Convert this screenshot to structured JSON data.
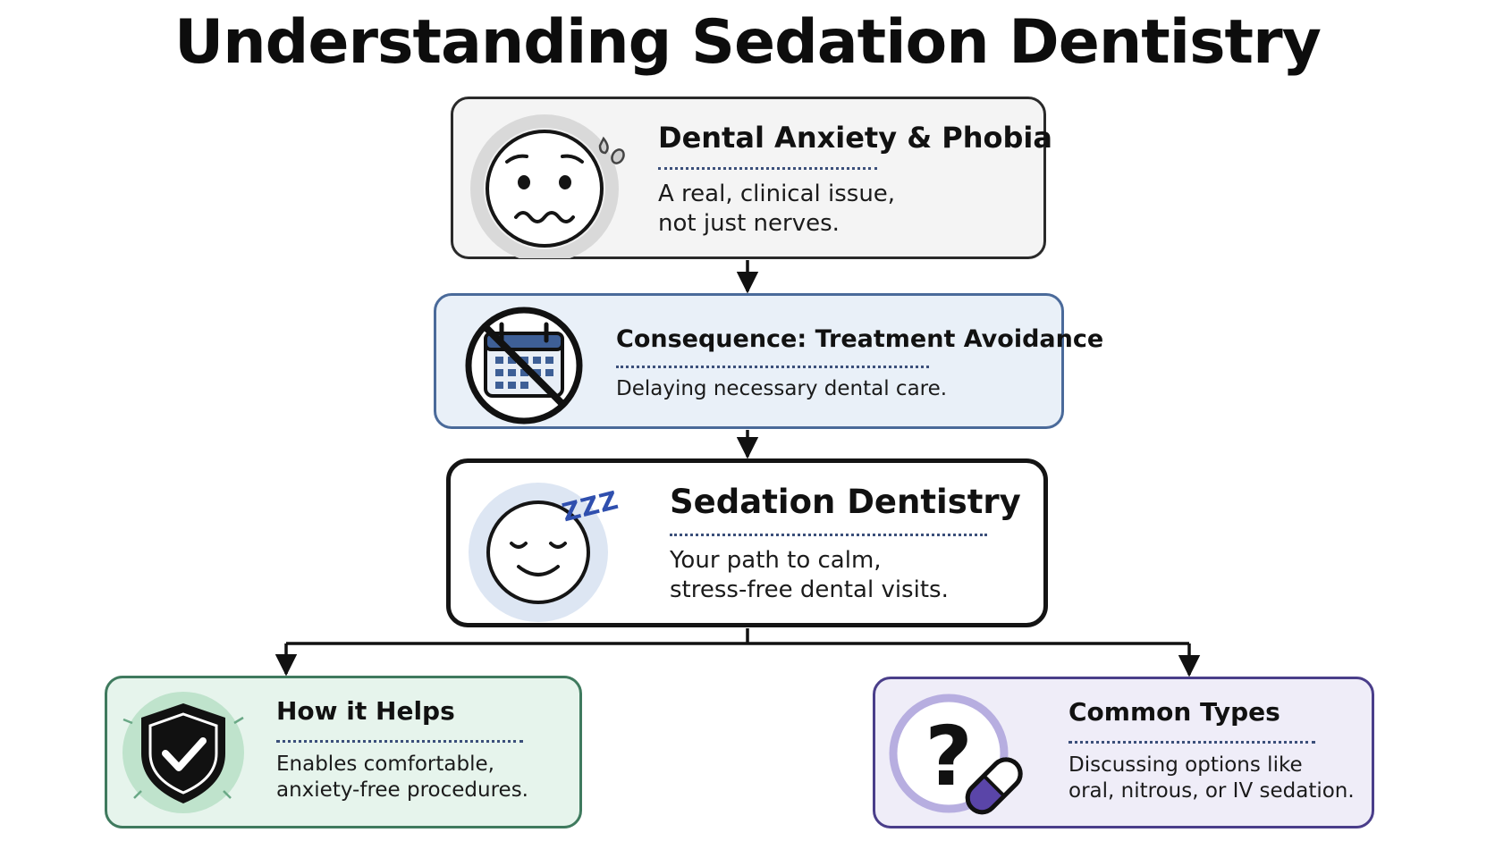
{
  "title": "Understanding Sedation Dentistry",
  "colors": {
    "line": "#111111",
    "anxiety_bg": "#f4f4f4",
    "avoid_bg": "#e9f0f8",
    "avoid_border": "#4a6a9a",
    "helps_bg": "#e6f4ec",
    "helps_accent": "#3f7a5e",
    "types_bg": "#efedf8",
    "types_accent": "#5a45a8",
    "zzz": "#2f4fae"
  },
  "cards": {
    "anxiety": {
      "icon": "anxious-face-icon",
      "title": "Dental Anxiety & Phobia",
      "body_lines": [
        "A real, clinical issue,",
        "not just nerves."
      ]
    },
    "avoidance": {
      "icon": "no-calendar-icon",
      "title": "Consequence: Treatment Avoidance",
      "body_lines": [
        "Delaying necessary dental care."
      ]
    },
    "sedation": {
      "icon": "sleeping-face-icon",
      "icon_text": "ZZZ",
      "title": "Sedation Dentistry",
      "body_lines": [
        "Your path to calm,",
        "stress-free dental visits."
      ]
    },
    "helps": {
      "icon": "shield-check-icon",
      "title": "How it Helps",
      "body_lines": [
        "Enables comfortable,",
        "anxiety-free procedures."
      ]
    },
    "types": {
      "icon": "question-pill-icon",
      "title": "Common Types",
      "body_lines": [
        "Discussing options like",
        "oral, nitrous, or IV sedation."
      ]
    }
  }
}
